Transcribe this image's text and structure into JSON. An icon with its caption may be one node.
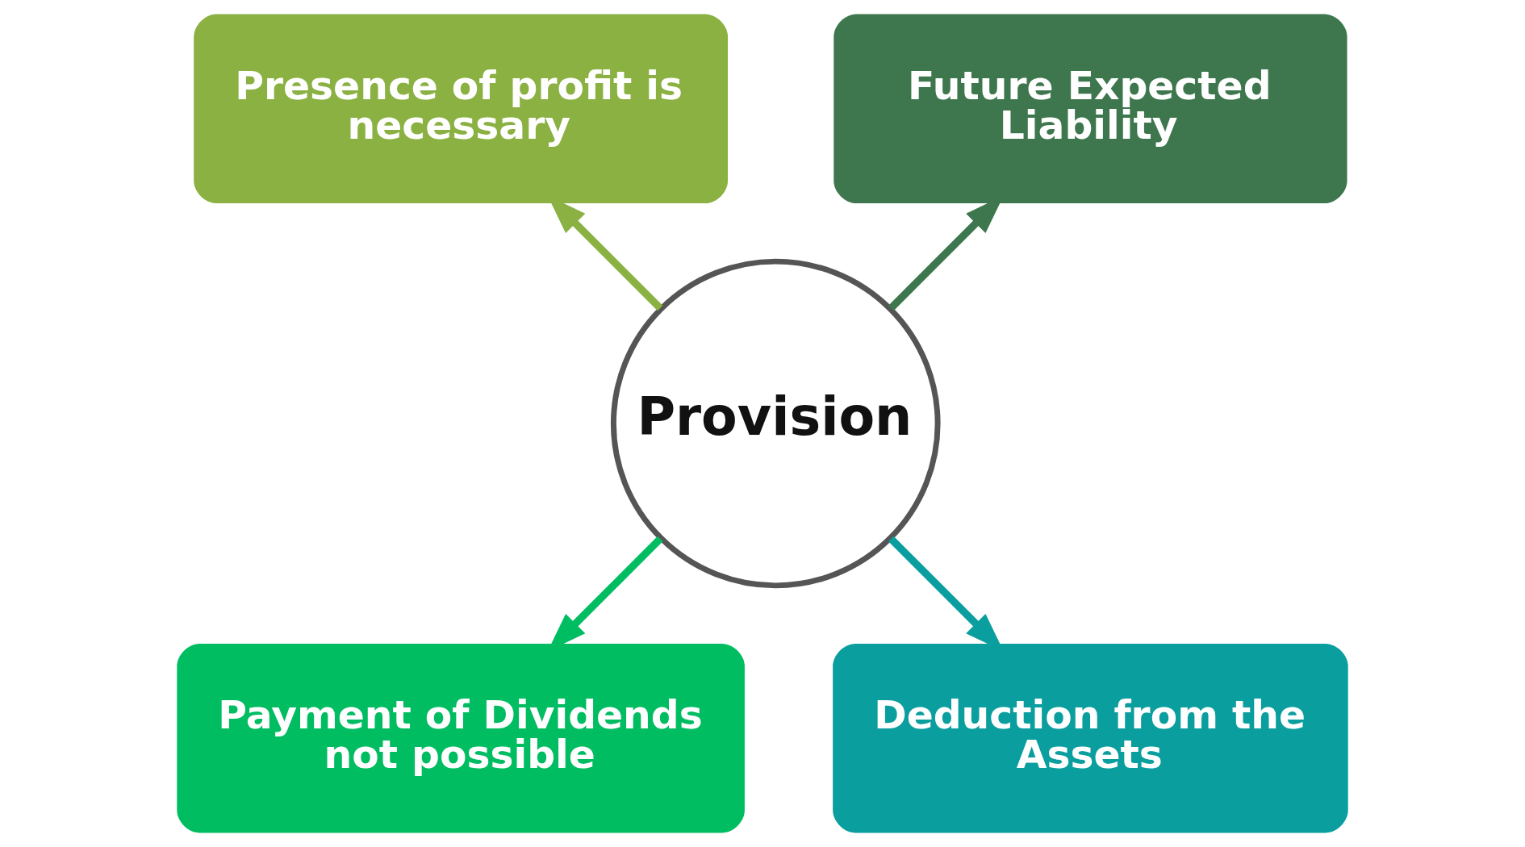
{
  "diagram": {
    "nodes": [
      {
        "text": [
          "Presence of profit is necessary"
        ]
      },
      {
        "text": [
          "Future Expected Liability"
        ]
      },
      {
        "text": [
          "Provision"
        ]
      },
      {
        "text": [
          "Payment of Dividends not possible"
        ]
      },
      {
        "text": [
          "Deduction from the Assets"
        ]
      }
    ],
    "edges": [
      {
        "from": 2,
        "to": 0,
        "arrow": "to",
        "color": "#8ab142"
      },
      {
        "from": 2,
        "to": 1,
        "arrow": "to",
        "color": "#3e774d"
      },
      {
        "from": 2,
        "to": 3,
        "arrow": "to",
        "color": "#00bd62"
      },
      {
        "from": 2,
        "to": 4,
        "arrow": "to",
        "color": "#0a9e9e"
      }
    ]
  }
}
